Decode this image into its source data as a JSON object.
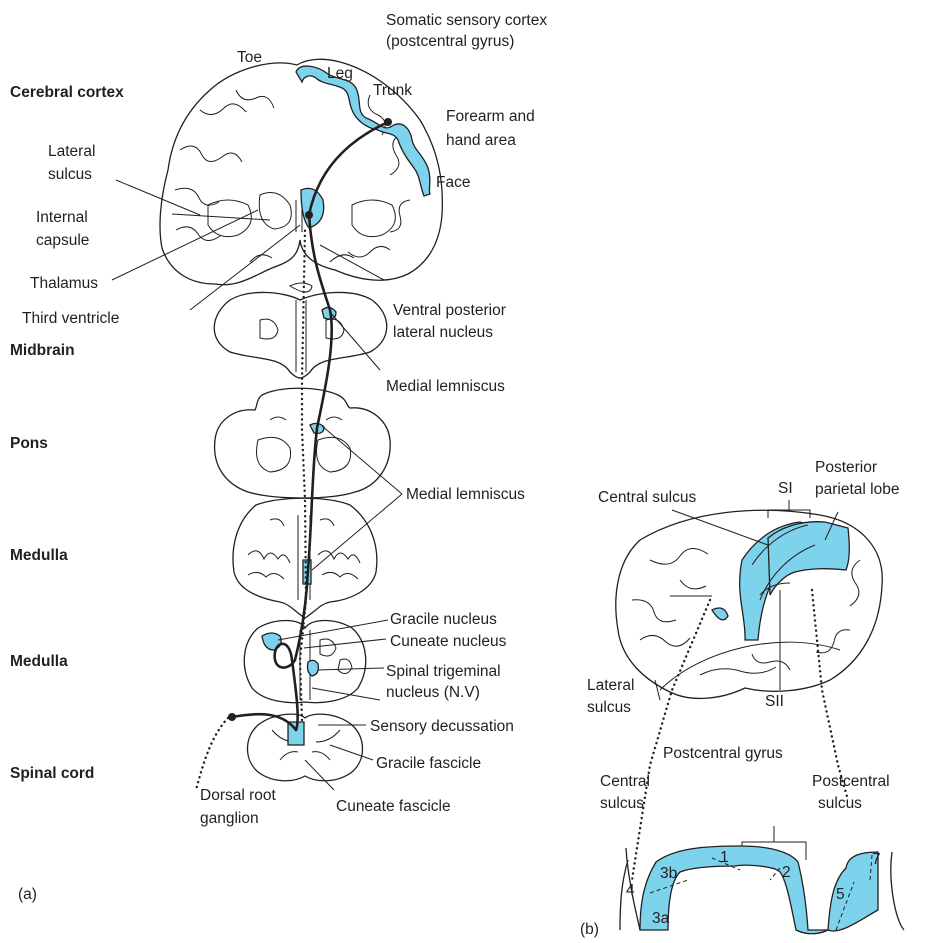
{
  "panel_a": {
    "panel_label": "(a)",
    "levels": {
      "cerebral_cortex": "Cerebral cortex",
      "midbrain": "Midbrain",
      "pons": "Pons",
      "medulla_upper": "Medulla",
      "medulla_lower": "Medulla",
      "spinal_cord": "Spinal cord"
    },
    "labels": {
      "somatic_cortex_1": "Somatic sensory cortex",
      "somatic_cortex_2": "(postcentral gyrus)",
      "toe": "Toe",
      "leg": "Leg",
      "trunk": "Trunk",
      "forearm_1": "Forearm and",
      "forearm_2": "hand area",
      "face": "Face",
      "lateral_sulcus_1": "Lateral",
      "lateral_sulcus_2": "sulcus",
      "internal_capsule_1": "Internal",
      "internal_capsule_2": "capsule",
      "thalamus": "Thalamus",
      "third_ventricle": "Third ventricle",
      "vpl_1": "Ventral posterior",
      "vpl_2": "lateral nucleus",
      "medial_lemniscus_1": "Medial lemniscus",
      "medial_lemniscus_2": "Medial lemniscus",
      "gracile_nucleus": "Gracile nucleus",
      "cuneate_nucleus": "Cuneate nucleus",
      "spinal_trigeminal_1": "Spinal trigeminal",
      "spinal_trigeminal_2": "nucleus (N.V)",
      "sensory_decussation": "Sensory decussation",
      "gracile_fascicle": "Gracile fascicle",
      "cuneate_fascicle": "Cuneate fascicle",
      "dorsal_root_1": "Dorsal root",
      "dorsal_root_2": "ganglion"
    }
  },
  "panel_b": {
    "panel_label": "(b)",
    "labels": {
      "si": "SI",
      "posterior_parietal_1": "Posterior",
      "posterior_parietal_2": "parietal lobe",
      "central_sulcus_top": "Central sulcus",
      "lateral_sulcus_1": "Lateral",
      "lateral_sulcus_2": "sulcus",
      "sii": "SII",
      "postcentral_gyrus": "Postcentral gyrus",
      "central_sulcus_1": "Central",
      "central_sulcus_2": "sulcus",
      "postcentral_sulcus_1": "Postcentral",
      "postcentral_sulcus_2": "sulcus"
    },
    "areas": {
      "a4": "4",
      "a3a": "3a",
      "a3b": "3b",
      "a1": "1",
      "a2": "2",
      "a5": "5",
      "a7": "7"
    }
  },
  "colors": {
    "highlight": "#7dd3ec",
    "ink": "#231f20"
  }
}
